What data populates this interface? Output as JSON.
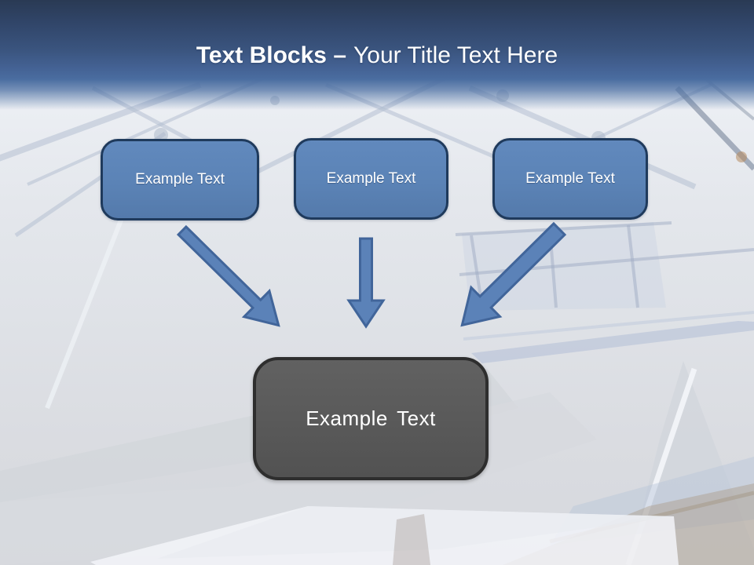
{
  "slide": {
    "title": {
      "bold_part": "Text Blocks –",
      "regular_part": "Your Title Text Here"
    },
    "diagram": {
      "source_blocks": [
        {
          "label": "Example Text"
        },
        {
          "label": "Example Text"
        },
        {
          "label": "Example Text"
        }
      ],
      "connectors": [
        {
          "icon": "arrow-down-right-icon"
        },
        {
          "icon": "arrow-down-icon"
        },
        {
          "icon": "arrow-down-left-icon"
        }
      ],
      "target_block": {
        "label": "Example Text"
      }
    },
    "background": {
      "photo_subject": "faded photo of boats in a marina"
    },
    "colors": {
      "header_gradient_top": "#2a3a54",
      "header_gradient_bottom": "#4a6da0",
      "title_text": "#ffffff",
      "block_fill": "#5b83b6",
      "block_border": "#1f3a5c",
      "block_text": "#ffffff",
      "arrow_fill": "#5b82b8",
      "arrow_border": "#41659a",
      "target_fill": "#595959",
      "target_border": "#2e2e2e",
      "target_text": "#ffffff"
    }
  }
}
